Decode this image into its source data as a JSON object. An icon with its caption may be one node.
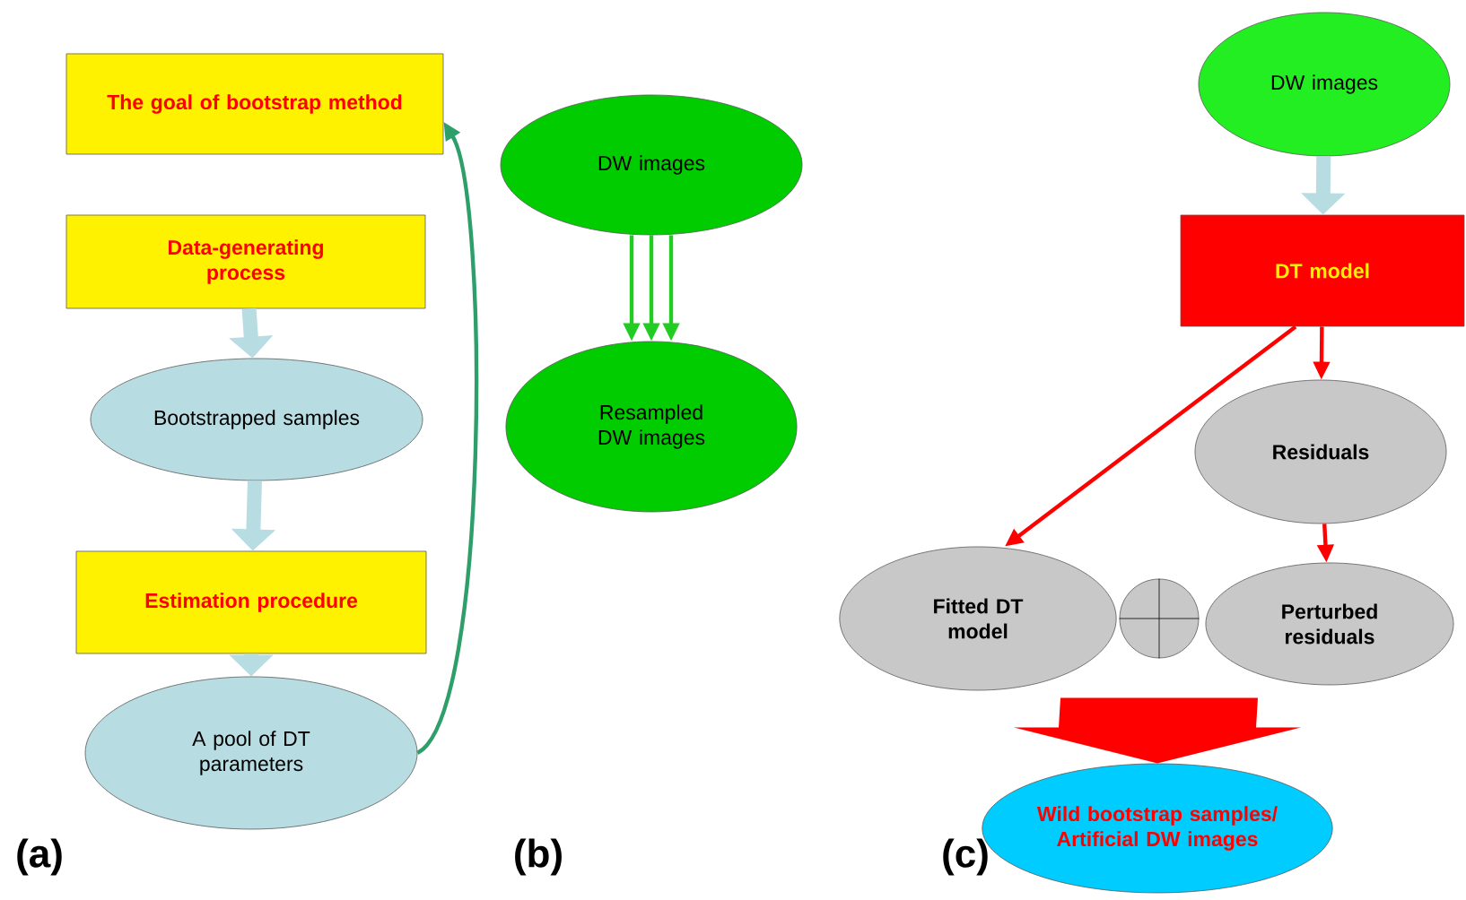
{
  "diagram": {
    "nodes": [
      {
        "text": [
          "The  goal of bootstrap method"
        ]
      },
      {
        "text": [
          "Data-generating process"
        ]
      },
      {
        "text": [
          "Bootstrapped samples"
        ]
      },
      {
        "text": [
          "Estimation procedure"
        ]
      },
      {
        "text": [
          "A pool of DT parameters"
        ]
      },
      {
        "text": [
          "DW images"
        ]
      },
      {
        "text": [
          "Resampled DW images"
        ]
      },
      {
        "text": [
          "DW images"
        ]
      },
      {
        "text": [
          "DT model"
        ]
      },
      {
        "text": [
          "Residuals"
        ]
      },
      {
        "text": [
          "Fitted DT model"
        ]
      },
      {
        "text": [],
        "shape": "circle"
      },
      {
        "text": [
          "Perturbed residuals"
        ]
      },
      {
        "text": [
          "Wild bootstrap samples/ Artificial DW images"
        ]
      }
    ],
    "edges": [
      {
        "from": 1,
        "to": 2,
        "arrow": "to",
        "style": "thick",
        "color": "#b7dde3"
      },
      {
        "from": 2,
        "to": 3,
        "arrow": "to",
        "style": "thick",
        "color": "#b7dde3"
      },
      {
        "from": 3,
        "to": 4,
        "arrow": "to",
        "style": "thick",
        "color": "#b7dde3"
      },
      {
        "from": 4,
        "to": 0,
        "arrow": "to",
        "color": "#2e9e6a"
      },
      {
        "from": 5,
        "to": 6,
        "arrow": "to",
        "color": "#22cc22"
      },
      {
        "from": 5,
        "to": 6,
        "arrow": "to",
        "color": "#22cc22"
      },
      {
        "from": 5,
        "to": 6,
        "arrow": "to",
        "color": "#22cc22"
      },
      {
        "from": 7,
        "to": 8,
        "arrow": "to",
        "style": "thick",
        "color": "#b7dde3"
      },
      {
        "from": 8,
        "to": 9,
        "arrow": "to",
        "color": "#ff0000"
      },
      {
        "from": 8,
        "to": 10,
        "arrow": "to",
        "color": "#ff0000"
      },
      {
        "from": 9,
        "to": 12,
        "arrow": "to",
        "color": "#ff0000"
      },
      {
        "from": 11,
        "to": 13,
        "arrow": "to",
        "style": "thick",
        "color": "#ff0000"
      }
    ],
    "labels": [
      "(a)",
      "(b)",
      "(c)"
    ]
  }
}
